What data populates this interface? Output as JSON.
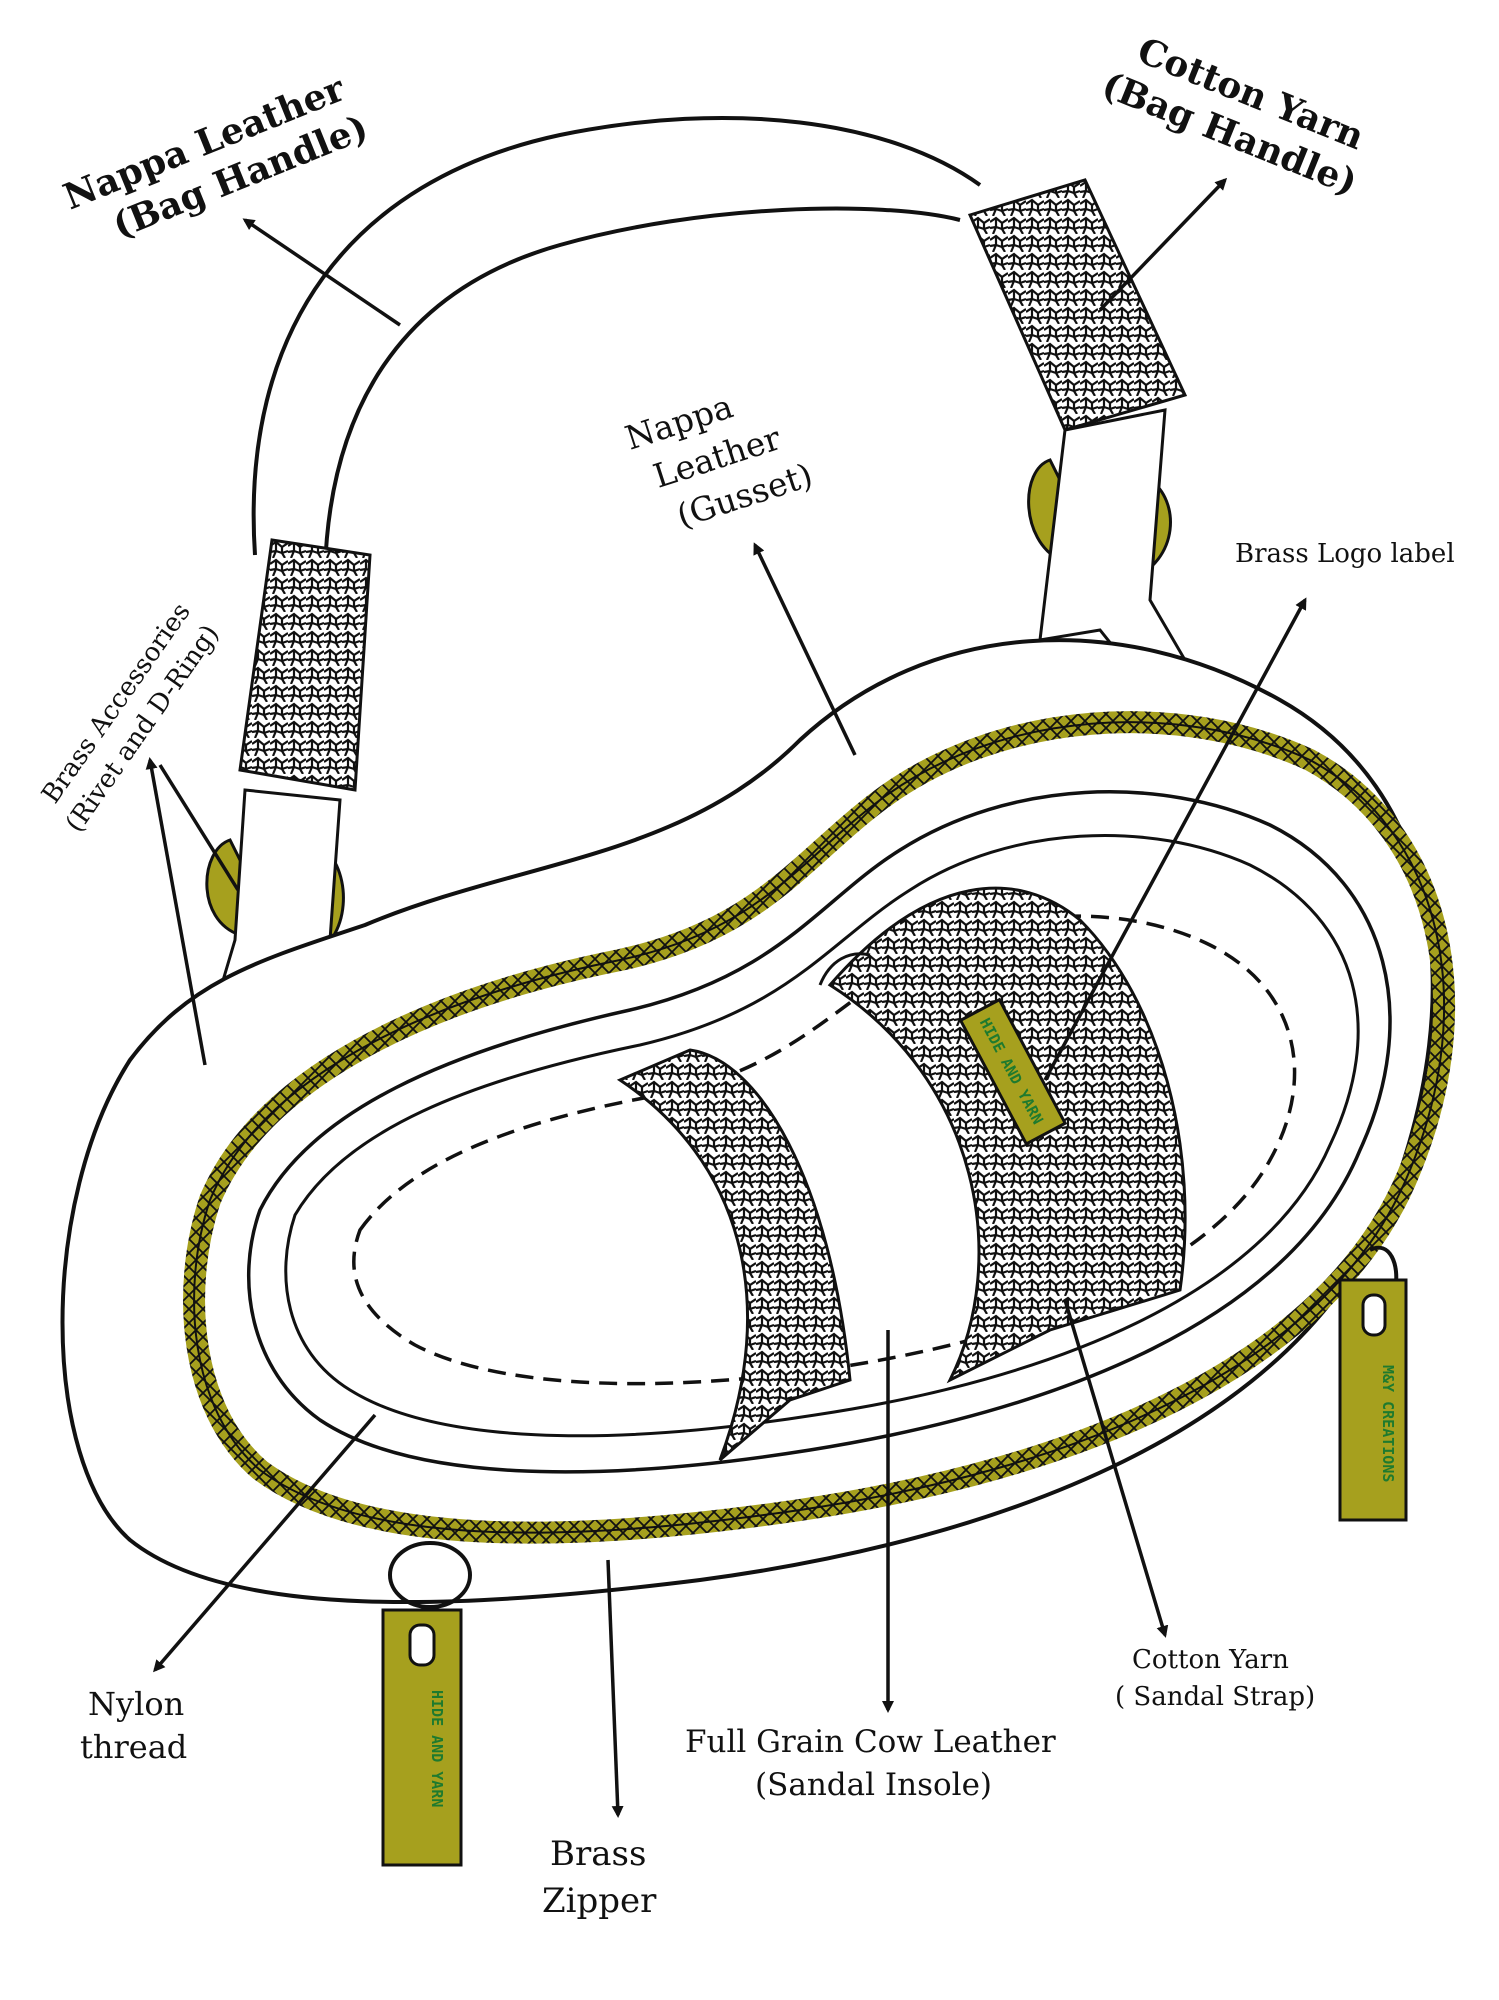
{
  "labels": {
    "nappa_handle": {
      "line1": "Nappa Leather",
      "line2": "(Bag Handle)"
    },
    "cotton_handle": {
      "line1": "Cotton Yarn",
      "line2": "(Bag Handle)"
    },
    "nappa_gusset": {
      "line1": "Nappa",
      "line2": "Leather",
      "line3": "(Gusset)"
    },
    "brass_logo": {
      "line1": "Brass Logo label"
    },
    "brass_accessories": {
      "line1": "Brass Accessories",
      "line2": "(Rivet and D-Ring)"
    },
    "nylon_thread": {
      "line1": "Nylon",
      "line2": "thread"
    },
    "brass_zipper": {
      "line1": "Brass",
      "line2": "Zipper"
    },
    "full_grain": {
      "line1": "Full Grain Cow Leather",
      "line2": "(Sandal Insole)"
    },
    "cotton_strap": {
      "line1": "Cotton Yarn",
      "line2": "( Sandal Strap)"
    }
  },
  "branding": {
    "logo_label": "HIDE AND YARN",
    "zipper_left": "HIDE AND YARN",
    "zipper_right": "M&Y CREATIONS"
  },
  "colors": {
    "brass": "#a6a01e",
    "ink": "#111111",
    "brand_text": "#1e7a2e"
  }
}
